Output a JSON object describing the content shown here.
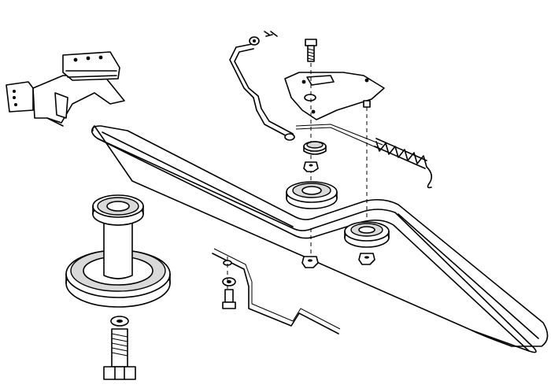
{
  "diagram": {
    "type": "exploded-parts-view",
    "parts": [
      "mounting-bracket",
      "drive-belt",
      "spindle-pulley",
      "spindle-shaft",
      "large-drive-pulley",
      "hex-bolt",
      "lock-washer",
      "idler-arm-plate",
      "idler-pulley-upper",
      "idler-pulley-lower",
      "tension-spring",
      "linkage-rod",
      "belt-guide-wire",
      "cap-screw",
      "hex-nuts"
    ]
  }
}
